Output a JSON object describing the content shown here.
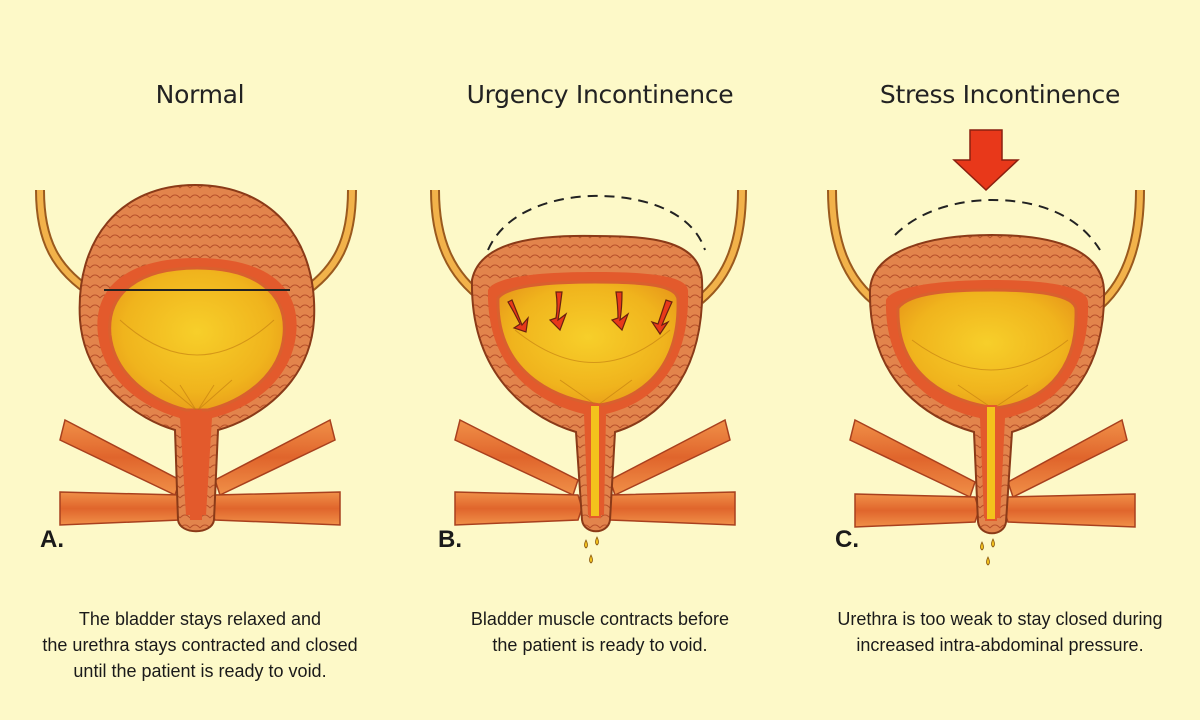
{
  "panels": [
    {
      "id": "a",
      "title": "Normal",
      "letter": "A.",
      "caption": [
        "The bladder stays relaxed and",
        "the urethra stays contracted and closed",
        "until the patient is ready to void."
      ]
    },
    {
      "id": "b",
      "title": "Urgency Incontinence",
      "letter": "B.",
      "caption": [
        "Bladder muscle contracts before",
        "the patient is ready to void."
      ]
    },
    {
      "id": "c",
      "title": "Stress Incontinence",
      "letter": "C.",
      "caption": [
        "Urethra is too weak to stay closed during",
        "increased intra-abdominal pressure."
      ]
    }
  ],
  "colors": {
    "background": "#fdf9c8",
    "bladder_wall": "#d9602e",
    "bladder_inner": "#f0a321",
    "urine": "#f4c21c",
    "muscle_band": "#e0782f",
    "ureter": "#f2b24a",
    "pressure_arrow": "#e8381a"
  }
}
